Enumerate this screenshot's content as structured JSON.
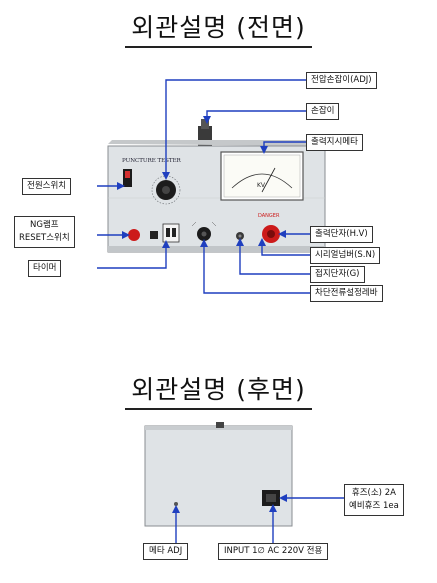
{
  "front": {
    "title": "외관설명 (전면)",
    "device_brand": "PUNCTURE TESTER",
    "meter_unit": "KV",
    "danger": "DANGER",
    "labels": {
      "adj": "전압손잡이(ADJ)",
      "handle": "손잡이",
      "meter": "출력지시메타",
      "power": "전원스위치",
      "ng_lamp": "NG램프",
      "reset": "RESET스위치",
      "timer": "타이머",
      "output": "출력단자(H.V)",
      "serial": "시리얼넘버(S.N)",
      "ground": "접지단자(G)",
      "cutoff": "차단전류설정레바"
    }
  },
  "rear": {
    "title": "외관설명 (후면)",
    "labels": {
      "fuse_line1": "휴즈(소) 2A",
      "fuse_line2": "예비휴즈 1ea",
      "meter_adj": "메타 ADJ",
      "input": "INPUT 1∅ AC 220V 전용"
    }
  },
  "colors": {
    "arrow": "#1f3fbf",
    "panel": "#dfe3e6",
    "red": "#cc1a1a"
  }
}
